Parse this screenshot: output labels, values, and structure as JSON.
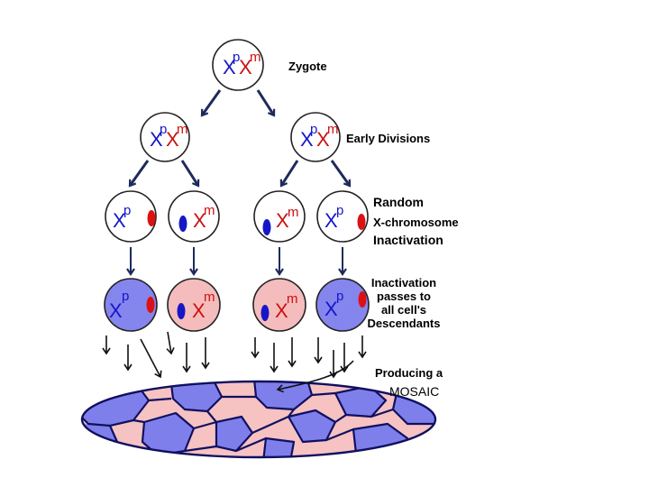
{
  "glyphs": {
    "chromosome": "X",
    "paternal": "p",
    "maternal": "m"
  },
  "labels": {
    "zygote": "Zygote",
    "early_divisions": "Early Divisions",
    "random_inactivation": [
      "Random",
      "X-chromosome",
      "Inactivation"
    ],
    "inactivation_passes": [
      "Inactivation",
      "passes to",
      "all cell's",
      "Descendants"
    ],
    "producing": "Producing a",
    "mosaic": "MOSAIC"
  },
  "colors": {
    "arrow": "#1e2a5a",
    "paternal": "#1616c8",
    "maternal": "#cc1111",
    "blue_cell": "#8585ee",
    "pink_cell": "#f4bcbc",
    "patch_blue": "#7f7fec",
    "patch_pink": "#f6c2c2",
    "patch_border": "#101060",
    "outline": "#222222"
  }
}
